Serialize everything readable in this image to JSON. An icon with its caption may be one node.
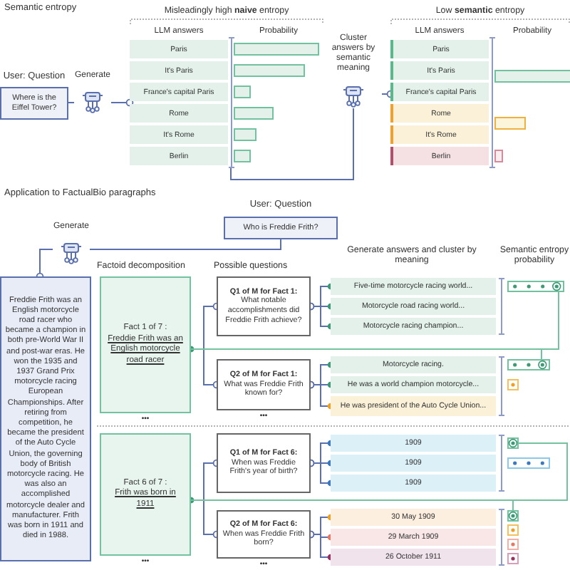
{
  "diagram": {
    "nodes": [
      {
        "text": [
          "User: Question",
          "Where is the Eiffel Tower?"
        ]
      },
      {
        "text": [
          "Generate"
        ]
      },
      {
        "text": [
          "Misleadingly high **naive** entropy",
          "LLM answers",
          "Probability"
        ]
      },
      {
        "text": [
          "Paris"
        ],
        "in": 2
      },
      {
        "text": [
          "It's Paris"
        ],
        "in": 2
      },
      {
        "text": [
          "France's capital Paris"
        ],
        "in": 2
      },
      {
        "text": [
          "Rome"
        ],
        "in": 2
      },
      {
        "text": [
          "It's Rome"
        ],
        "in": 2
      },
      {
        "text": [
          "Berlin"
        ],
        "in": 2
      },
      {
        "text": [
          "Cluster answers by semantic meaning"
        ]
      },
      {
        "text": [
          "Low **semantic** entropy",
          "LLM answers",
          "Probability"
        ]
      },
      {
        "text": [
          "Paris"
        ],
        "in": 10
      },
      {
        "text": [
          "It's Paris"
        ],
        "in": 10
      },
      {
        "text": [
          "France's capital Paris"
        ],
        "in": 10
      },
      {
        "text": [
          "Rome"
        ],
        "in": 10
      },
      {
        "text": [
          "It's Rome"
        ],
        "in": 10
      },
      {
        "text": [
          "Berlin"
        ],
        "in": 10
      },
      {
        "text": [
          "User: Question",
          "Who is Freddie Frith?"
        ]
      },
      {
        "text": [
          "Generate"
        ]
      },
      {
        "text": [
          "Freddie Frith was an English motorcycle road racer who became a champion in both pre-World War II and post-war eras. He won the 1935 and 1937 Grand Prix motorcycle racing European Championships. After retiring from competition, he became the president of the Auto Cycle Union, the governing body of British motorcycle racing. He was also an accomplished motorcycle dealer and manufacturer. Frith was born in 1911 and died in 1988."
        ]
      },
      {
        "text": [
          "Fact 1 of 7 :",
          "Freddie Frith was an English motorcycle road racer"
        ],
        "beside": [
          "•••"
        ]
      },
      {
        "text": [
          "Q1 of M for Fact 1:",
          "What notable accomplishments did Freddie Frith achieve?"
        ]
      },
      {
        "text": [
          "Five-time motorcycle racing world..."
        ]
      },
      {
        "text": [
          "Motorcycle road racing world..."
        ]
      },
      {
        "text": [
          "Motorcycle racing champion..."
        ]
      },
      {
        "text": [],
        "shape": "box"
      },
      {
        "text": [
          "Q2 of M for Fact 1:",
          "What was Freddie Frith known for?"
        ],
        "beside": [
          "•••"
        ]
      },
      {
        "text": [
          "Motorcycle racing."
        ]
      },
      {
        "text": [
          "He was a world champion motorcycle..."
        ]
      },
      {
        "text": [
          "He was president of the Auto Cycle Union..."
        ]
      },
      {
        "text": [],
        "shape": "box"
      },
      {
        "text": [],
        "shape": "box"
      },
      {
        "text": [
          "Fact 6 of 7 :",
          "Frith was born in 1911"
        ],
        "beside": [
          "•••"
        ]
      },
      {
        "text": [
          "Q1 of M for Fact 6:",
          "When was Freddie Frith's year of birth?"
        ]
      },
      {
        "text": [
          "1909"
        ]
      },
      {
        "text": [
          "1909"
        ]
      },
      {
        "text": [
          "1909"
        ]
      },
      {
        "text": [],
        "shape": "box"
      },
      {
        "text": [],
        "shape": "box"
      },
      {
        "text": [
          "Q2 of M for Fact 6:",
          "When was Freddie Frith born?"
        ],
        "beside": [
          "•••"
        ]
      },
      {
        "text": [
          "30 May 1909"
        ]
      },
      {
        "text": [
          "29 March 1909"
        ]
      },
      {
        "text": [
          "26 October 1911"
        ]
      },
      {
        "text": [],
        "shape": "box"
      },
      {
        "text": [],
        "shape": "box"
      },
      {
        "text": [],
        "shape": "box"
      },
      {
        "text": [],
        "shape": "box"
      }
    ],
    "edges": [
      {
        "from": 0,
        "to": 1,
        "arrow": "none"
      },
      {
        "from": 1,
        "to": 2,
        "arrow": "other"
      },
      {
        "from": 2,
        "to": 9,
        "arrow": "none"
      },
      {
        "from": 9,
        "to": 10,
        "arrow": "other"
      },
      {
        "from": 17,
        "to": 18,
        "arrow": "none"
      },
      {
        "from": 18,
        "to": 19,
        "arrow": "other"
      },
      {
        "from": 20,
        "to": 21,
        "arrow": "other"
      },
      {
        "from": 20,
        "to": 26,
        "arrow": "other"
      },
      {
        "from": 21,
        "to": 22,
        "arrow": "other"
      },
      {
        "from": 21,
        "to": 23,
        "arrow": "other"
      },
      {
        "from": 21,
        "to": 24,
        "arrow": "other"
      },
      {
        "from": 26,
        "to": 27,
        "arrow": "other"
      },
      {
        "from": 26,
        "to": 28,
        "arrow": "other"
      },
      {
        "from": 26,
        "to": 29,
        "arrow": "other"
      },
      {
        "from": 20,
        "to": 25,
        "arrow": "none",
        "color": "#72c2a0"
      },
      {
        "from": 20,
        "to": 30,
        "arrow": "none",
        "color": "#72c2a0"
      },
      {
        "from": 32,
        "to": 33,
        "arrow": "other"
      },
      {
        "from": 32,
        "to": 39,
        "arrow": "other"
      },
      {
        "from": 33,
        "to": 34,
        "arrow": "other"
      },
      {
        "from": 33,
        "to": 35,
        "arrow": "other"
      },
      {
        "from": 33,
        "to": 36,
        "arrow": "other"
      },
      {
        "from": 39,
        "to": 40,
        "arrow": "other"
      },
      {
        "from": 39,
        "to": 41,
        "arrow": "other"
      },
      {
        "from": 39,
        "to": 42,
        "arrow": "other"
      },
      {
        "from": 32,
        "to": 37,
        "arrow": "none",
        "color": "#72c2a0"
      },
      {
        "from": 32,
        "to": 43,
        "arrow": "none",
        "color": "#72c2a0"
      }
    ],
    "labels": [
      "Semantic entropy",
      "Application to FactualBio paragraphs",
      "Factoid decomposition",
      "Possible questions",
      "Generate answers and cluster by meaning",
      "Semantic entropy probability"
    ]
  }
}
